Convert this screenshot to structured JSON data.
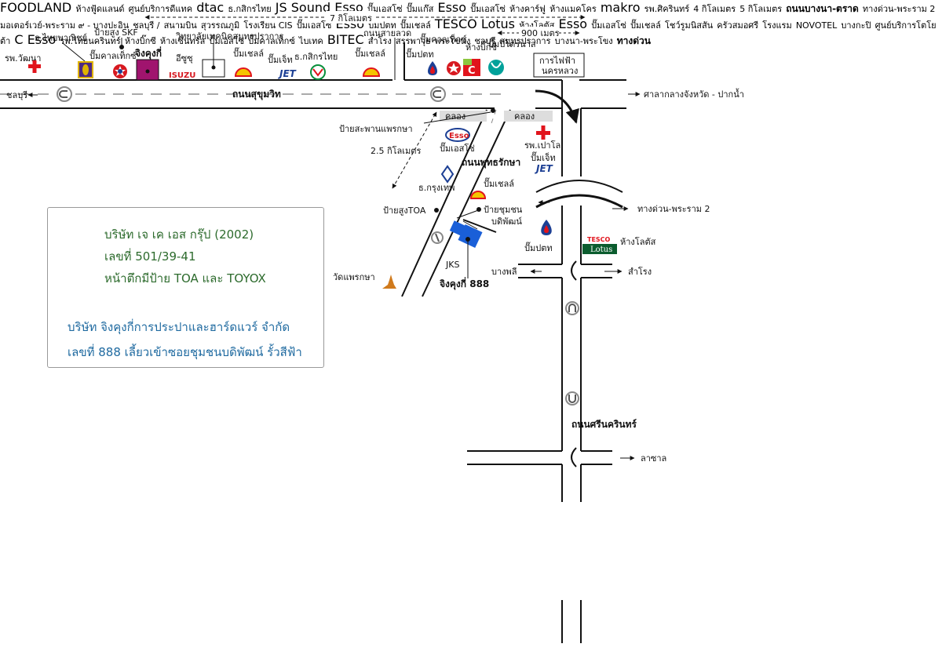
{
  "company_box": {
    "line1": "บริษัท เจ เค เอส กรุ๊ป (2002)",
    "line2": "เลขที่ 501/39-41",
    "line3": "หน้าตึกมีป้าย TOA และ TOYOX",
    "line4": "บริษัท จิงคุงกี่การประปาและฮาร์ดแวร์ จำกัด",
    "line5": "เลขที่ 888 เลี้ยวเข้าซอยชุมชนบดิพัฒน์ รั้วสีฟ้า"
  },
  "distances": {
    "top": "7 กิโลเมตร",
    "short": "900 เมตร",
    "right_upper": "4 กิโลเมตร",
    "right_lower": "5 กิโลเมตร",
    "diag": "2.5 กิโลเมตร"
  },
  "roads": {
    "sukhumvit": "ถนนสุขุมวิท",
    "puttharaksa": "ถนนพุทธรักษา",
    "srinakarin": "ถนนศรีนครินทร์",
    "bangna": "ถนนบางนา-ตราด",
    "sailuat": "ถนนสายลวด"
  },
  "directions": {
    "chonburi_top": "ชลบุรี",
    "sala": "ศาลากลางจังหวัด - ปากน้ำ",
    "expressway_rama2_r": "ทางด่วน-พระราม 2",
    "bang_phli": "บางพลี",
    "samrong": "สำโรง",
    "lasalle": "ลาซาล",
    "expressway_rama2_l": "ทางด่วน-พระราม 2",
    "chonburi_airport": [
      "ชลบุรี /",
      "สนามบิน",
      "สุวรรณภูมิ"
    ],
    "motorway": "มอเตอร์เวย์-พระราม ๙ - บางปะอิน",
    "bangkapi": "บางกะปิ",
    "samrong_r": "สำโรง",
    "sanphawut": "สรรพาวุธ",
    "bang_na_r": "บางนา",
    "samut_prakan": "สมุทรปราการ",
    "chonburi_r": "ชลบุรี",
    "bangna_praeng": "บางนา-พระโขง",
    "expressway": "ทางด่วน",
    "bang_phli_r": "พระโขนง"
  },
  "places": {
    "ramkhamhaeng_hosp": "รพ.วัฒนา",
    "thai_panich": "ธ.ไทยพาณิชย์",
    "skf_sign": "ป้ายสูง SKF",
    "caltex_top": "ปั๊มคาลเท็กซ์",
    "jingkungki": "จิงคุงกี่",
    "isuzu": "อีซูซุ",
    "tech_college": "วิทยาลัยเทคนิคสมุทรปราการ",
    "shell_top": "ปั๊มเชลล์",
    "jet_top": "ปั๊มเจ็ท",
    "kasikorn_top": "ธ.กสิกรไทย",
    "shell_top2": "ปั๊มเชลล์",
    "ptt_top": "ปั๊มปตท",
    "caltex_top2": "ปั๊มคาลเท็กซ์",
    "bigc_top": "ห้างบิ๊กซี",
    "petronas": "ปั๊มปิโตรนาส",
    "electric": "การไฟฟ้า",
    "electric2": "นครหลวง",
    "muang_boran": "เมืองโบราณ",
    "khlong1": "คลอง",
    "khlong2": "คลอง",
    "saphan_sign": "ป้ายสะพานแพรกษา",
    "esso_1": "ปั๊มเอสโซ่",
    "hosp_1": "รพ.เปาโล",
    "jet_2": "ปั๊มเจ็ท",
    "krungthep_bank": "ธ.กรุงเทพ",
    "shell_2": "ปั๊มเชลล์",
    "toa_sign": "ป้ายสูงTOA",
    "chumchon_sign": "ป้ายชุมชน",
    "chumchon_sign2": "บดิพัฒน์",
    "ptt_2": "ปั๊มปตท",
    "tesco_1": "ห้างโลตัส",
    "jks": "JKS",
    "jingkungki_888": "จิงคุงกี่ 888",
    "wat_praeksa": "วัดแพรกษา",
    "foodland": "ห้างฟู้ดแลนด์",
    "dtac_center": "ศูนย์บริการดีแทค",
    "kasikorn_2": "ธ.กสิกรไทย",
    "js_sound": "JS Sound",
    "gas_pump": "ปั๊มแก๊ส",
    "esso_2": "ปั๊มเอสโซ่",
    "esso_3": "ปั๊มเอสโซ่",
    "carrefour": "ห้างคาร์ฟู",
    "makro": "ห้างแมคโคร",
    "sikarin_hosp": "รพ.ศิครินทร์",
    "cis_school": "โรงเรียน CIS",
    "esso_4": "ปั๊มเอสโซ่",
    "ptt_3": "ปั๊มปตท",
    "shell_3": "ปั๊มเชลล์",
    "toyota": "ศูนย์บริการโตโยต้า",
    "bitec": "ไบเทค",
    "tesco_2": "ห้างโลตัส",
    "esso_5": "ปั๊มเอสโซ่",
    "shell_4": "ปั๊มเชลล์",
    "nissan": "โชว์รูมนิสสัน",
    "krua_samosorn": "ครัวสมอศรี",
    "novotel": "โรงแรม",
    "novotel2": "NOVOTEL",
    "thai_nakarin_hosp": "รพ.ไทยนครินทร์",
    "bigc_2": "ห้างบิ๊กซี",
    "central": "ห้างเซ็นทรัล",
    "esso_6": "ปั๊มเอสโซ่",
    "caltex_3": "ปั๊มคาลเท็กซ์"
  },
  "logos": {
    "esso": "Esso",
    "jet": "JET",
    "tesco": "TESCO",
    "lotus": "Lotus",
    "foodland": "FOODLAND",
    "dtac": "dtac",
    "makro": "makro",
    "bitec": "BITEC",
    "isuzu": "ISUZU",
    "big_c": "Big C"
  },
  "colors": {
    "company_green": "#2d6b2d",
    "company_blue": "#1f6aa0",
    "jks_blue": "#1a5fd8",
    "esso_red": "#d71920",
    "esso_blue": "#1c3f94",
    "cross_red": "#e1141c",
    "tesco_green": "#0b5c2e",
    "shell_yellow": "#f5c400",
    "magenta": "#a0146e"
  }
}
